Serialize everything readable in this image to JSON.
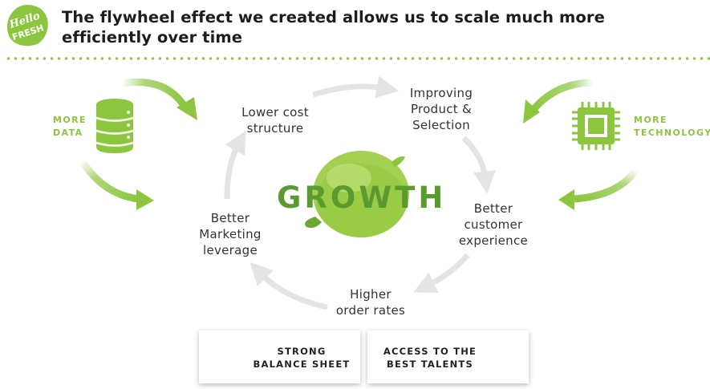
{
  "header": {
    "logo_text": "Hello FRESH",
    "title": "The flywheel effect we created allows us to scale much more efficiently over time"
  },
  "colors": {
    "brand_green": "#8cc63f",
    "growth_green": "#5a9a30",
    "cycle_gray": "#e4e4e4"
  },
  "side_inputs": {
    "left": {
      "label": "MORE\nDATA",
      "icon": "database-icon"
    },
    "right": {
      "label": "MORE\nTECHNOLOGY",
      "icon": "chip-icon"
    }
  },
  "flywheel": {
    "center_label": "GROWTH",
    "center_icon": "lime-icon",
    "nodes": [
      {
        "label": "Lower cost\nstructure"
      },
      {
        "label": "Improving\nProduct &\nSelection"
      },
      {
        "label": "Better\ncustomer\nexperience"
      },
      {
        "label": "Higher\norder rates"
      },
      {
        "label": "Better\nMarketing\nleverage"
      }
    ]
  },
  "bottom_cards": [
    {
      "label": "STRONG\nBALANCE SHEET",
      "icon": "chart-up-icon"
    },
    {
      "label": "ACCESS TO THE\nBEST TALENTS",
      "icon": "star-icon"
    }
  ]
}
